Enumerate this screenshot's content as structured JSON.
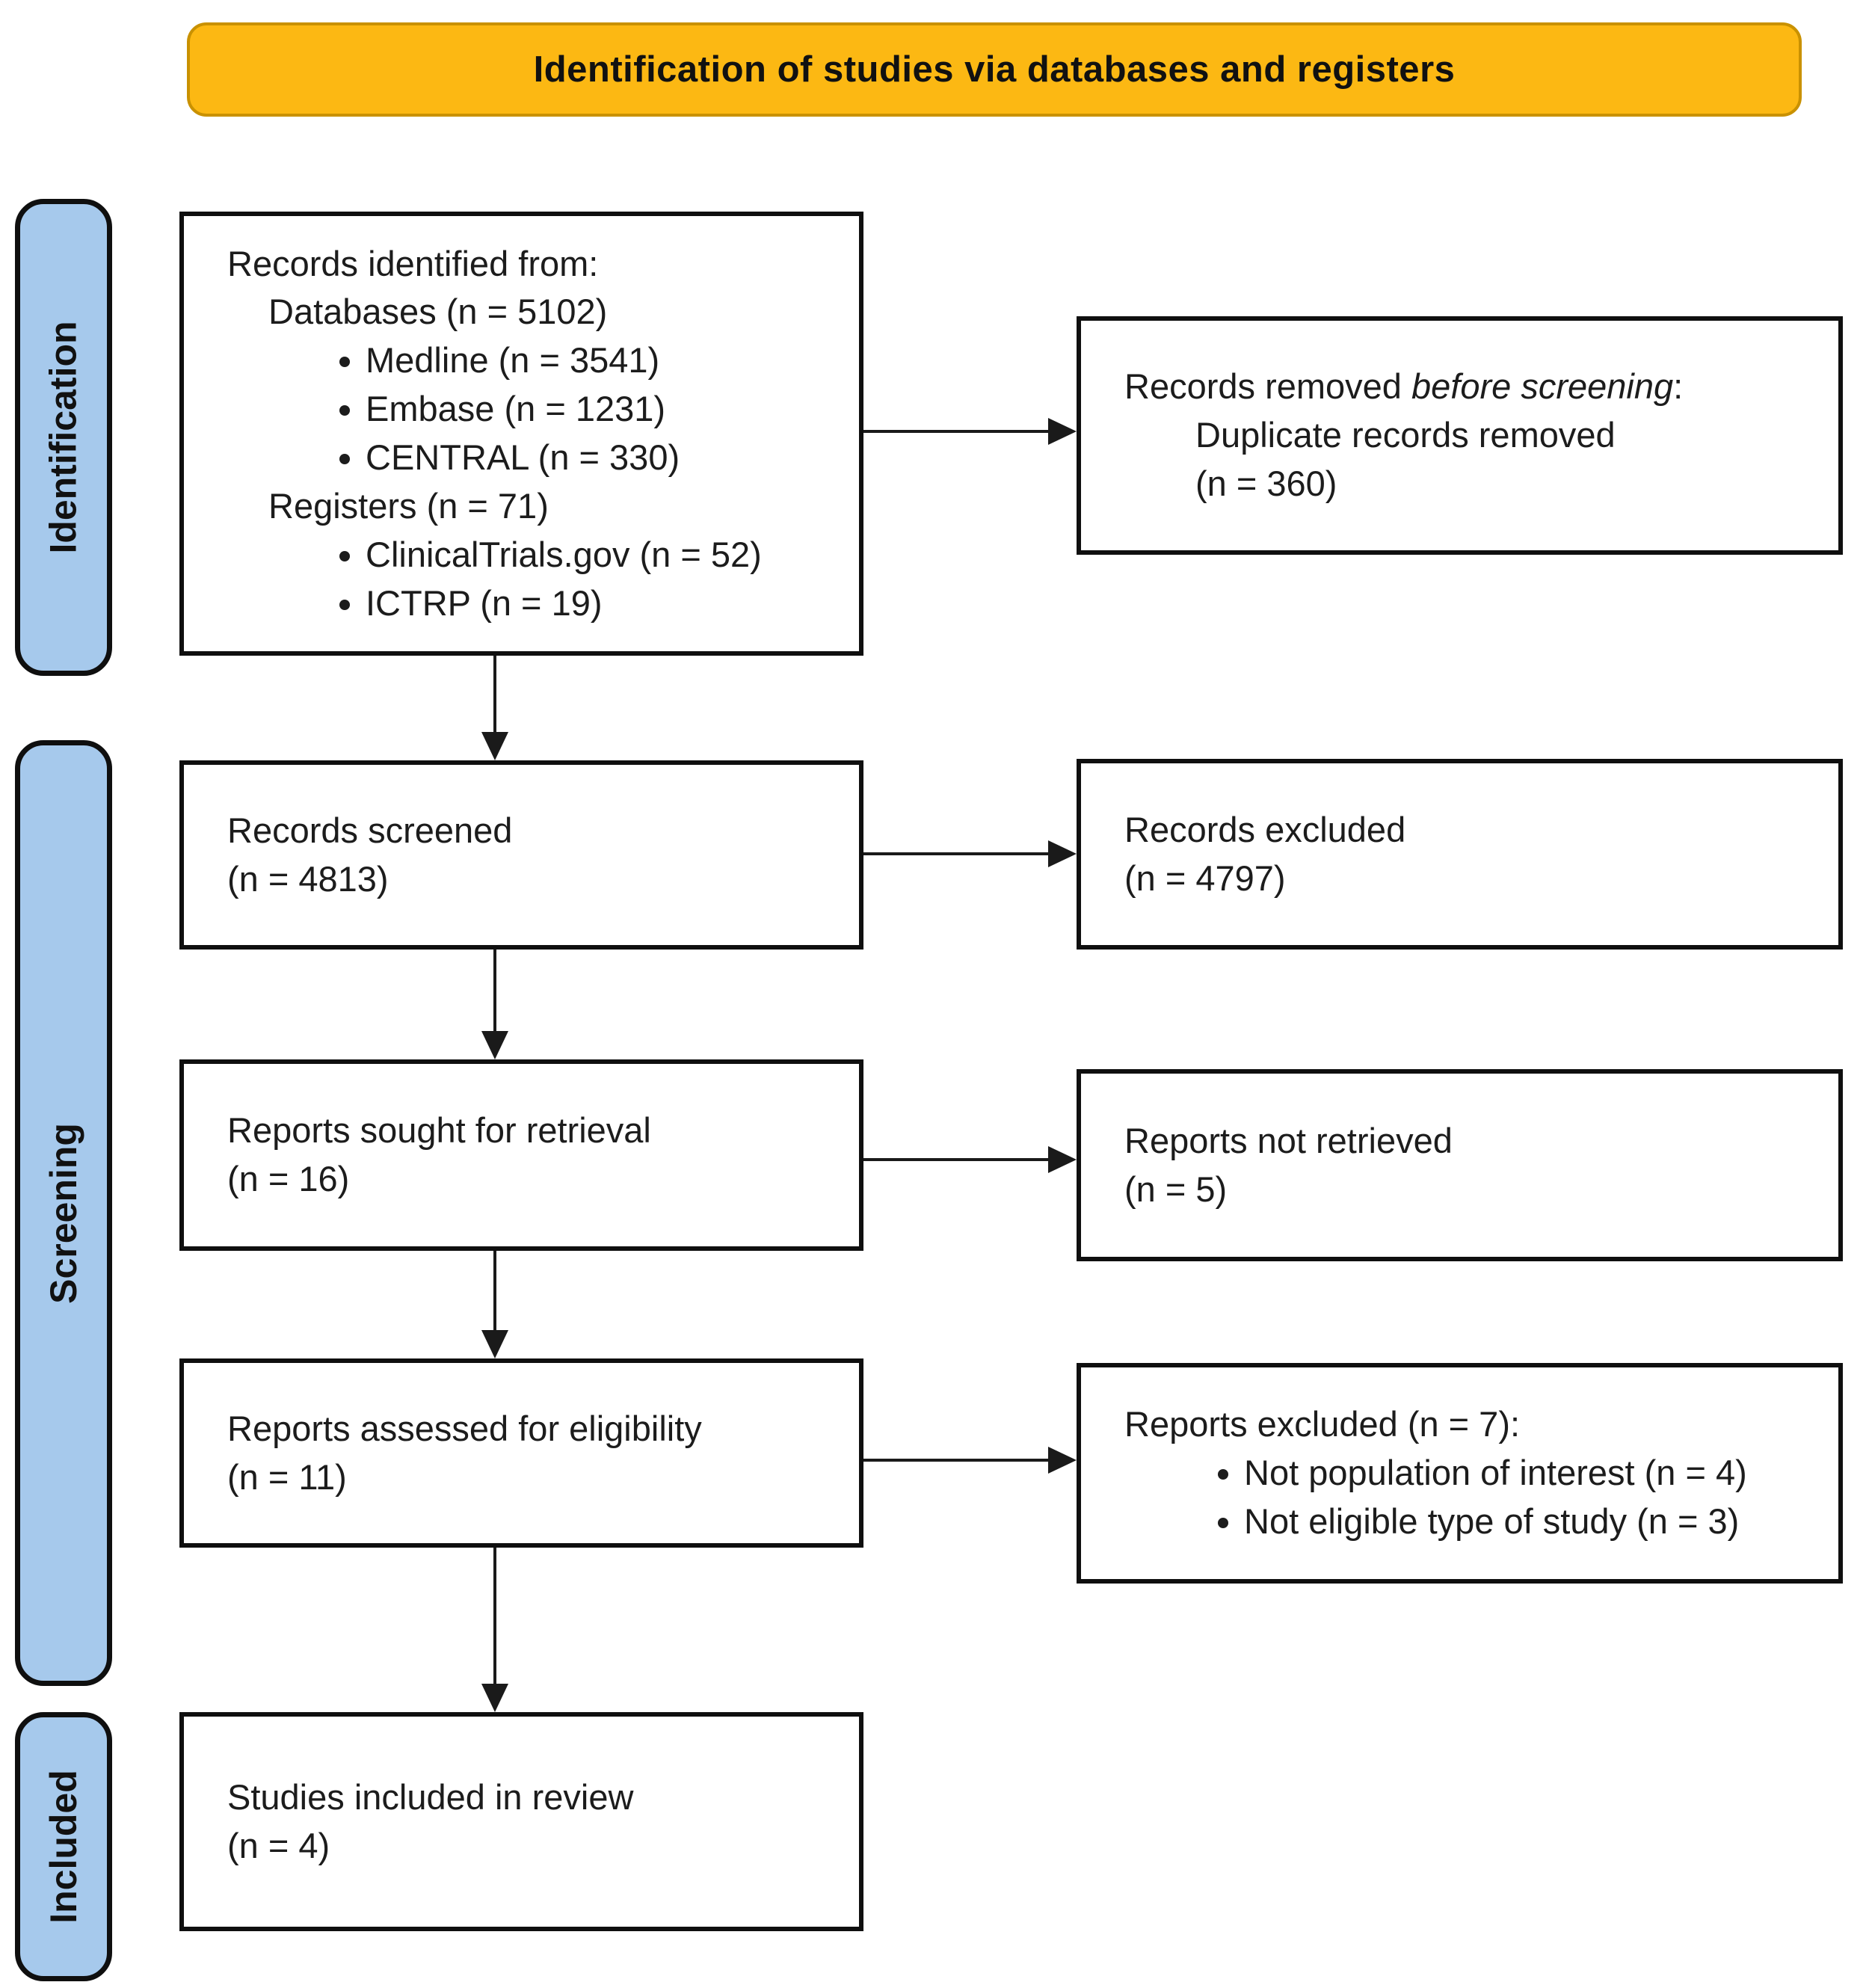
{
  "banner": {
    "title": "Identification of studies via databases and registers"
  },
  "colors": {
    "banner_fill": "#FCB813",
    "banner_border": "#C99100",
    "stage_fill": "#A6C9EC",
    "box_border": "#0F0F0F",
    "text": "#1C1C1C"
  },
  "stages": [
    {
      "label": "Identification"
    },
    {
      "label": "Screening"
    },
    {
      "label": "Included"
    }
  ],
  "boxes": {
    "identified": {
      "title": "Records identified from:",
      "groups": [
        {
          "label": "Databases (n = 5102)",
          "items": [
            "Medline (n = 3541)",
            "Embase (n = 1231)",
            "CENTRAL (n = 330)"
          ]
        },
        {
          "label": "Registers (n = 71)",
          "items": [
            "ClinicalTrials.gov (n = 52)",
            "ICTRP (n = 19)"
          ]
        }
      ]
    },
    "removed": {
      "line1_prefix": "Records removed ",
      "line1_italic": "before screening",
      "line1_suffix": ":",
      "line2": "Duplicate records removed",
      "line3": "(n = 360)"
    },
    "screened": {
      "line1": "Records screened",
      "line2": "(n = 4813)"
    },
    "excluded": {
      "line1": "Records excluded",
      "line2": "(n = 4797)"
    },
    "sought": {
      "line1": "Reports sought for retrieval",
      "line2": "(n = 16)"
    },
    "not_retrieved": {
      "line1": "Reports not retrieved",
      "line2": "(n = 5)"
    },
    "assessed": {
      "line1": "Reports assessed for eligibility",
      "line2": "(n = 11)"
    },
    "reports_excluded": {
      "title": "Reports excluded (n = 7):",
      "items": [
        "Not population of interest (n = 4)",
        "Not eligible type of study (n = 3)"
      ]
    },
    "included_box": {
      "line1": "Studies included in review",
      "line2": "(n = 4)"
    }
  }
}
